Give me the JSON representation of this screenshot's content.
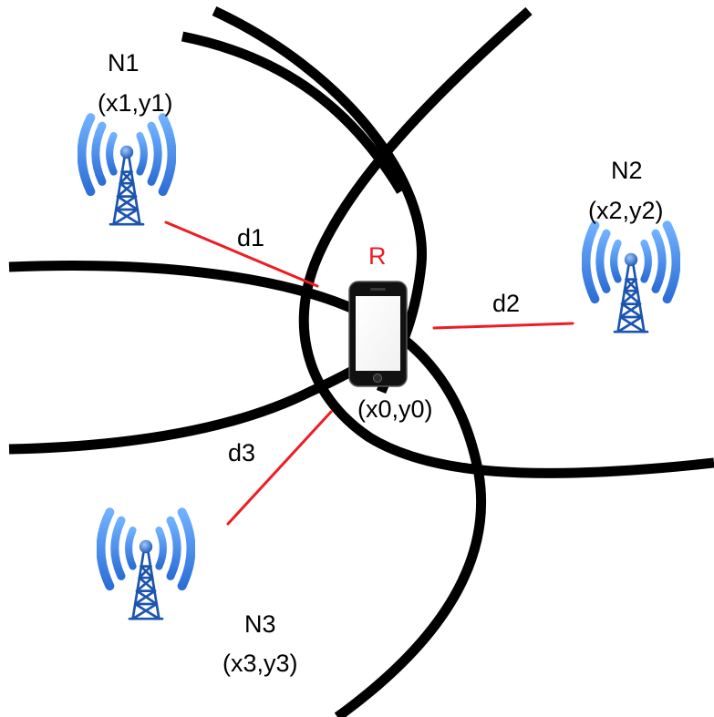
{
  "colors": {
    "distance_line": "#ee1c24",
    "receiver_label": "#ee1c24",
    "tower_blue": "#3d86e8",
    "tower_blue_dark": "#1c55b0",
    "arc": "#000000",
    "phone_body": "#111111"
  },
  "nodes": [
    {
      "id": "N1",
      "name": "N1",
      "coord": "(x1,y1)",
      "icon": "radio-tower-icon"
    },
    {
      "id": "N2",
      "name": "N2",
      "coord": "(x2,y2)",
      "icon": "radio-tower-icon"
    },
    {
      "id": "N3",
      "name": "N3",
      "coord": "(x3,y3)",
      "icon": "radio-tower-icon"
    }
  ],
  "receiver": {
    "name": "R",
    "coord": "(x0,y0)",
    "icon": "smartphone-icon"
  },
  "distances": [
    {
      "label": "d1",
      "from": "N1",
      "to": "R"
    },
    {
      "label": "d2",
      "from": "N2",
      "to": "R"
    },
    {
      "label": "d3",
      "from": "N3",
      "to": "R"
    }
  ]
}
